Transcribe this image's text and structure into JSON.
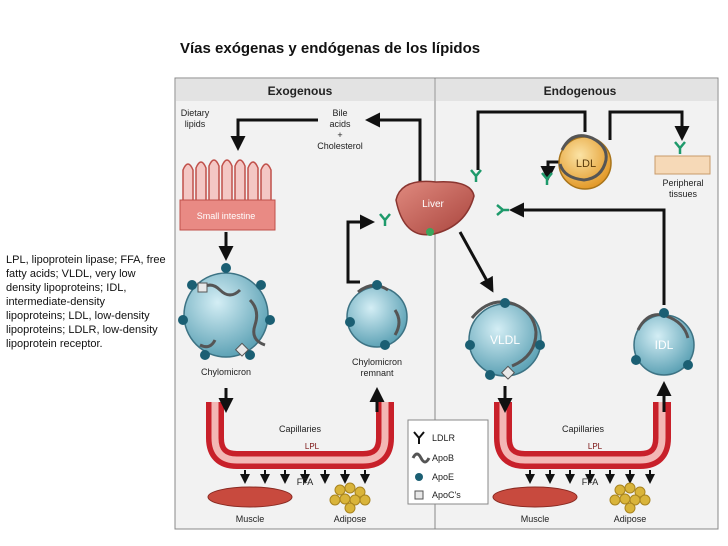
{
  "title": "Vías exógenas y endógenas de los lípidos",
  "caption": "LPL, lipoprotein lipase; FFA, free fatty acids; VLDL, very low density lipoproteins; IDL, intermediate-density lipoproteins; LDL, low-density lipoproteins; LDLR, low-density lipoprotein receptor.",
  "panels": {
    "exogenous": "Exogenous",
    "endogenous": "Endogenous"
  },
  "labels": {
    "dietary_lipids": [
      "Dietary",
      "lipids"
    ],
    "bile_acids": [
      "Bile",
      "acids",
      "+",
      "Cholesterol"
    ],
    "small_intestine": "Small intestine",
    "liver": "Liver",
    "ldl": "LDL",
    "peripheral_tissues": [
      "Peripheral",
      "tissues"
    ],
    "chylomicron": "Chylomicron",
    "chylomicron_remnant": [
      "Chylomicron",
      "remnant"
    ],
    "vldl": "VLDL",
    "idl": "IDL",
    "capillaries_left": "Capillaries",
    "capillaries_right": "Capillaries",
    "lpl_left": "LPL",
    "lpl_right": "LPL",
    "ffa_left": "FFA",
    "ffa_right": "FFA",
    "muscle_left": "Muscle",
    "adipose_left": "Adipose",
    "muscle_right": "Muscle",
    "adipose_right": "Adipose"
  },
  "legend": {
    "ldlr": "LDLR",
    "apob": "ApoB",
    "apoe": "ApoE",
    "apocs": "ApoC's"
  },
  "colors": {
    "particle": "#7bb8c9",
    "apoe": "#1b5f73",
    "liver": "#c9625a",
    "ldl": "#e9a93a",
    "receptor": "#1e9a6b",
    "vessel": "#c8202a",
    "muscle": "#c84a3e",
    "adipose": "#d9b43a",
    "panel_bg": "#efefef"
  }
}
